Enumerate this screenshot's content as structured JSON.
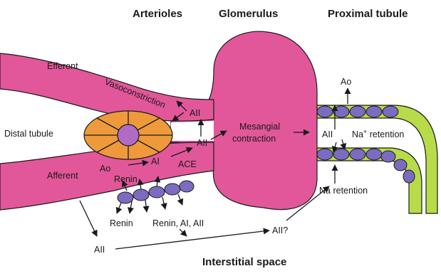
{
  "headers": {
    "arterioles": "Arterioles",
    "glomerulus": "Glomerulus",
    "proximal_tubule": "Proximal tubule",
    "interstitial_space": "Interstitial space"
  },
  "left_labels": {
    "efferent": "Efferent",
    "distal_tubule": "Distal tubule",
    "afferent": "Afferent"
  },
  "labels": {
    "vasoconstriction": "Vasoconstriction",
    "all_efferent": "AII",
    "all_center": "AII",
    "mesangial_line1": "Mesangial",
    "mesangial_line2": "contraction",
    "ao_afferent": "Ao",
    "ai_afferent": "AI",
    "ace": "ACE",
    "renin_inside": "Renin",
    "renin_below": "Renin",
    "renin_ai_all": "Renin, AI, AII",
    "all_interstitial": "AII",
    "all_question": "AII?",
    "ao_tubule": "Ao",
    "all_tubule": "AII",
    "na_plus_retention_prefix": "Na",
    "na_plus_sup": "+",
    "na_plus_retention_suffix": " retention",
    "na_retention": "Na retention"
  },
  "colors": {
    "vessel_pink": "#e2579a",
    "vessel_pink_light": "#ec79b0",
    "macula_orange": "#ee9a3c",
    "macula_inner": "#b06bc4",
    "cell_purple": "#7c6bc0",
    "tubule_green": "#b8db4a",
    "tubule_green_dark": "#6f8c1e",
    "outline": "#1a1a1a"
  }
}
